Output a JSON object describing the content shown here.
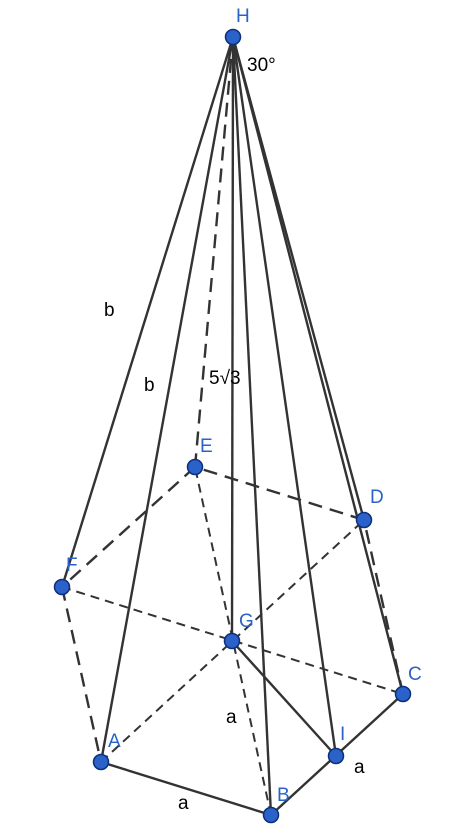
{
  "figure": {
    "colors": {
      "edge": "#333333",
      "point_fill": "#2a62c9",
      "point_stroke": "#0d2f7a",
      "point_label": "#2a62c9",
      "measure_label": "#000000"
    },
    "points": [
      {
        "id": "H",
        "label": "H"
      },
      {
        "id": "E",
        "label": "E"
      },
      {
        "id": "D",
        "label": "D"
      },
      {
        "id": "F",
        "label": "F"
      },
      {
        "id": "G",
        "label": "G"
      },
      {
        "id": "C",
        "label": "C"
      },
      {
        "id": "A",
        "label": "A"
      },
      {
        "id": "I",
        "label": "I"
      },
      {
        "id": "B",
        "label": "B"
      }
    ],
    "measures": {
      "angle_h": "30°",
      "slant_outer": "b",
      "slant_inner": "b",
      "height": "5√3",
      "side_gb": "a",
      "side_ab": "a",
      "side_ic": "a"
    }
  }
}
